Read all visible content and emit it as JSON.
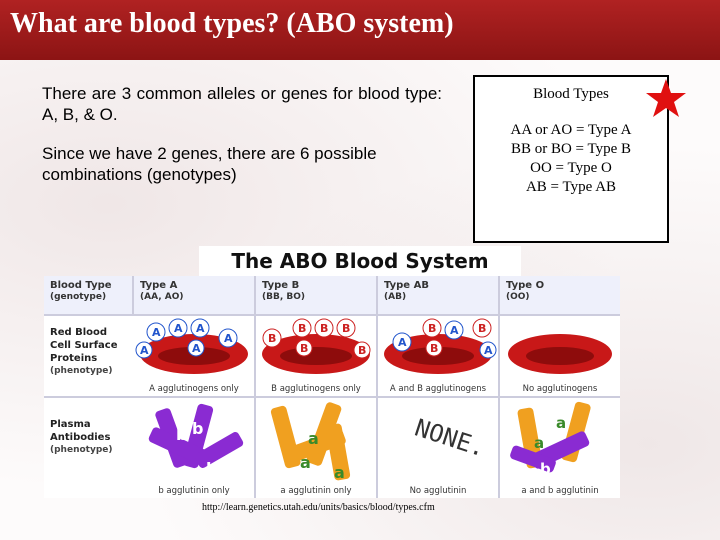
{
  "slide": {
    "title": "What are blood types? (ABO system)",
    "bullet1": "There are 3 common alleles or genes for blood type:  A, B, & O.",
    "bullet2": "Since we have 2 genes, there are 6 possible combinations (genotypes)"
  },
  "box": {
    "title": "Blood Types",
    "lines": [
      "AA or AO = Type A",
      "BB or BO = Type B",
      "OO = Type O",
      "AB = Type AB"
    ],
    "star_color": "#e01010"
  },
  "figure": {
    "title": "The ABO Blood System",
    "row_label_1": "Blood Type",
    "row_label_1_sub": "(genotype)",
    "row_label_2_lines": [
      "Red Blood",
      "Cell Surface",
      "Proteins"
    ],
    "row_label_2_sub": "(phenotype)",
    "row_label_3_lines": [
      "Plasma",
      "Antibodies"
    ],
    "row_label_3_sub": "(phenotype)",
    "columns": [
      {
        "type": "Type A",
        "genotype": "(AA, AO)",
        "cell_caption": "A agglutinogens only",
        "plasma_caption": "b agglutinin only"
      },
      {
        "type": "Type B",
        "genotype": "(BB, BO)",
        "cell_caption": "B agglutinogens only",
        "plasma_caption": "a agglutinin only"
      },
      {
        "type": "Type AB",
        "genotype": "(AB)",
        "cell_caption": "A and B agglutinogens",
        "plasma_caption": "No agglutinin"
      },
      {
        "type": "Type O",
        "genotype": "(OO)",
        "cell_caption": "No agglutinogens",
        "plasma_caption": "a and b agglutinin"
      }
    ],
    "none_text": "NONE.",
    "source_url": "http://learn.genetics.utah.edu/units/basics/blood/types.cfm"
  },
  "colors": {
    "title_bar": "#a01c1c",
    "rbc": "#c81818",
    "antibody_b": "#8a2bd2",
    "antibody_a": "#f0a020"
  }
}
